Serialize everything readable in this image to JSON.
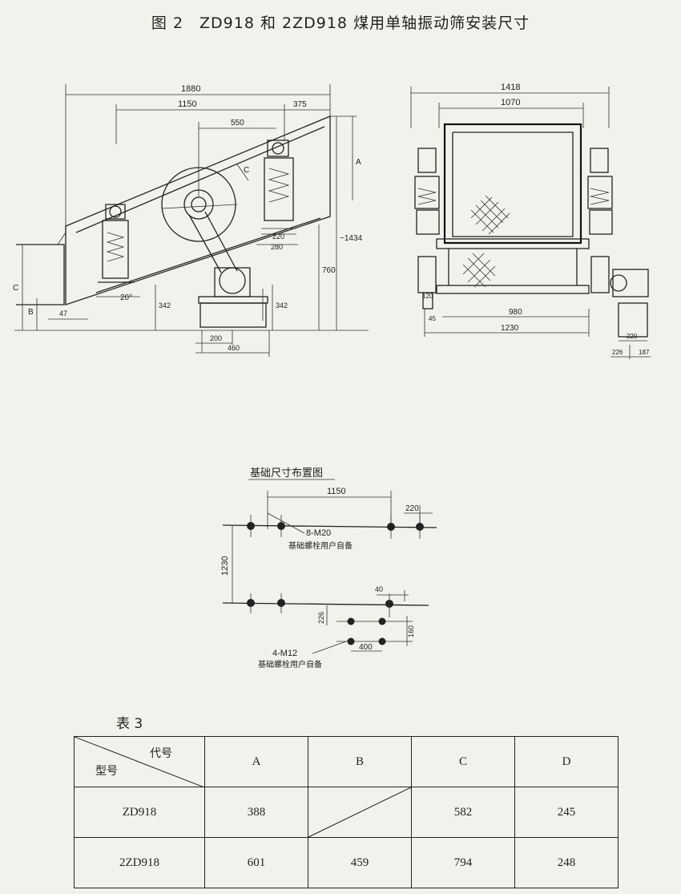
{
  "figure_title": "图 2　ZD918 和 2ZD918 煤用单轴振动筛安装尺寸",
  "side_view": {
    "dims": [
      "1880",
      "1150",
      "375",
      "550",
      "A",
      "C",
      "220",
      "280",
      "~1434",
      "760",
      "342",
      "342",
      "200",
      "460",
      "C",
      "B",
      "47",
      "20°"
    ]
  },
  "end_view": {
    "dims": [
      "1418",
      "1070",
      "980",
      "1230",
      "120",
      "45",
      "220",
      "226",
      "187"
    ]
  },
  "foundation": {
    "title": "基础尺寸布置图",
    "dims": [
      "1150",
      "220",
      "1230",
      "40",
      "226",
      "160",
      "400"
    ],
    "bolt_top": "8-M20",
    "bolt_top_note": "基础螺栓用户自备",
    "bolt_bottom": "4-M12",
    "bolt_bottom_note": "基础螺栓用户自备"
  },
  "table": {
    "label": "表 3",
    "header_code": "代号",
    "header_model": "型号",
    "columns": [
      "A",
      "B",
      "C",
      "D"
    ],
    "rows": [
      {
        "model": "ZD918",
        "values": [
          "388",
          "",
          "582",
          "245"
        ]
      },
      {
        "model": "2ZD918",
        "values": [
          "601",
          "459",
          "794",
          "248"
        ]
      }
    ]
  }
}
